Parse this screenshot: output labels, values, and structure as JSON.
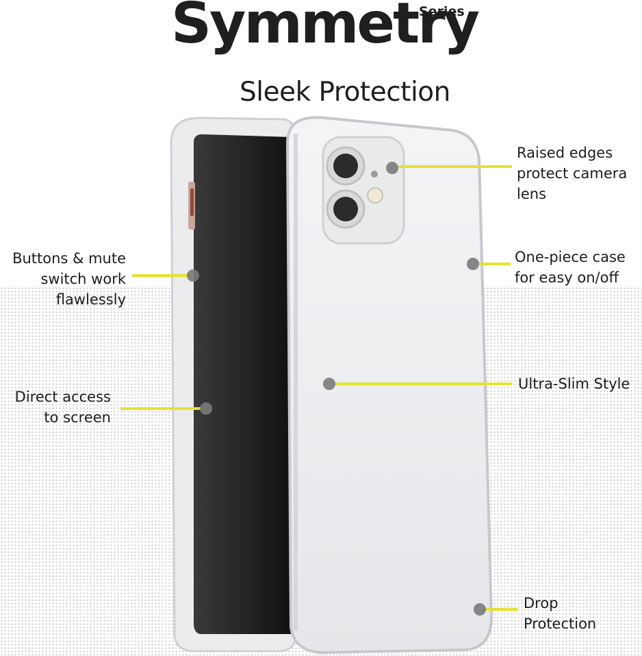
{
  "header": {
    "brand": "Symmetry",
    "series": "Series",
    "tagline": "Sleek Protection"
  },
  "callouts": {
    "camera": {
      "text": "Raised edges protect camera lens"
    },
    "one_piece": {
      "text": "One-piece case for easy on/off"
    },
    "ultra_slim": {
      "text": "Ultra-Slim Style"
    },
    "drop": {
      "text": "Drop Protection"
    },
    "buttons": {
      "text": "Buttons & mute switch work flawlessly"
    },
    "screen": {
      "text": "Direct access to screen"
    }
  },
  "colors": {
    "accent_line": "#e6e22e",
    "marker_dot": "#7a7a7a"
  }
}
